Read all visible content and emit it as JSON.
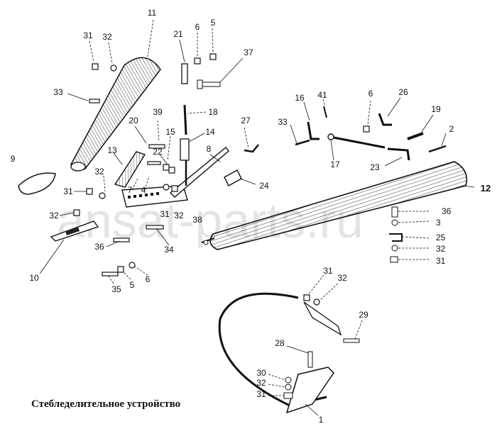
{
  "caption": "Стебледелительное устройство",
  "watermark": "ansat-parts.ru",
  "callouts": [
    {
      "id": "c1",
      "label": "1"
    },
    {
      "id": "c2",
      "label": "2"
    },
    {
      "id": "c3",
      "label": "3"
    },
    {
      "id": "c4",
      "label": "4"
    },
    {
      "id": "c5a",
      "label": "5"
    },
    {
      "id": "c5b",
      "label": "5"
    },
    {
      "id": "c6a",
      "label": "6"
    },
    {
      "id": "c6b",
      "label": "6"
    },
    {
      "id": "c6c",
      "label": "6"
    },
    {
      "id": "c7",
      "label": "7"
    },
    {
      "id": "c8",
      "label": "8"
    },
    {
      "id": "c9",
      "label": "9"
    },
    {
      "id": "c10",
      "label": "10"
    },
    {
      "id": "c11",
      "label": "11"
    },
    {
      "id": "c12",
      "label": "12"
    },
    {
      "id": "c13",
      "label": "13"
    },
    {
      "id": "c14",
      "label": "14"
    },
    {
      "id": "c15",
      "label": "15"
    },
    {
      "id": "c16",
      "label": "16"
    },
    {
      "id": "c17",
      "label": "17"
    },
    {
      "id": "c18",
      "label": "18"
    },
    {
      "id": "c19",
      "label": "19"
    },
    {
      "id": "c20",
      "label": "20"
    },
    {
      "id": "c21",
      "label": "21"
    },
    {
      "id": "c22",
      "label": "22"
    },
    {
      "id": "c23",
      "label": "23"
    },
    {
      "id": "c24",
      "label": "24"
    },
    {
      "id": "c25",
      "label": "25"
    },
    {
      "id": "c26",
      "label": "26"
    },
    {
      "id": "c27",
      "label": "27"
    },
    {
      "id": "c28",
      "label": "28"
    },
    {
      "id": "c29",
      "label": "29"
    },
    {
      "id": "c30",
      "label": "30"
    },
    {
      "id": "c31a",
      "label": "31"
    },
    {
      "id": "c31b",
      "label": "31"
    },
    {
      "id": "c31c",
      "label": "31"
    },
    {
      "id": "c31d",
      "label": "31"
    },
    {
      "id": "c31e",
      "label": "31"
    },
    {
      "id": "c31f",
      "label": "31"
    },
    {
      "id": "c32a",
      "label": "32"
    },
    {
      "id": "c32b",
      "label": "32"
    },
    {
      "id": "c32c",
      "label": "32"
    },
    {
      "id": "c32d",
      "label": "32"
    },
    {
      "id": "c32e",
      "label": "32"
    },
    {
      "id": "c32f",
      "label": "32"
    },
    {
      "id": "c32g",
      "label": "32"
    },
    {
      "id": "c33a",
      "label": "33"
    },
    {
      "id": "c33b",
      "label": "33"
    },
    {
      "id": "c34",
      "label": "34"
    },
    {
      "id": "c35",
      "label": "35"
    },
    {
      "id": "c36a",
      "label": "36"
    },
    {
      "id": "c36b",
      "label": "36"
    },
    {
      "id": "c37",
      "label": "37"
    },
    {
      "id": "c38",
      "label": "38"
    },
    {
      "id": "c39",
      "label": "39"
    },
    {
      "id": "c41",
      "label": "41"
    }
  ]
}
